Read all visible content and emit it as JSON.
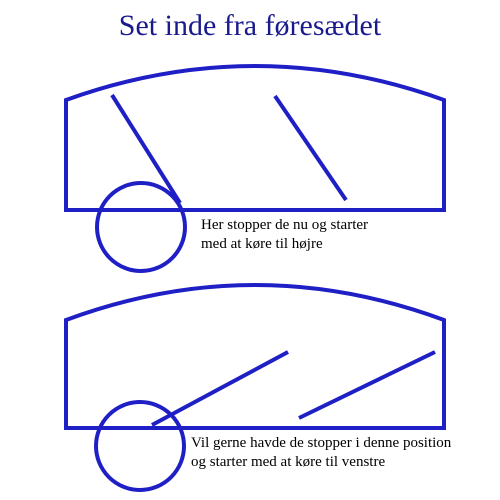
{
  "title": "Set inde fra føresædet",
  "line_color": "#1f1fc6",
  "panels": [
    {
      "caption_lines": [
        "Her stopper de nu og starter",
        "med at køre til højre"
      ]
    },
    {
      "caption_lines": [
        "Vil gerne havde de stopper i denne position",
        "og starter med at køre til venstre"
      ]
    }
  ]
}
